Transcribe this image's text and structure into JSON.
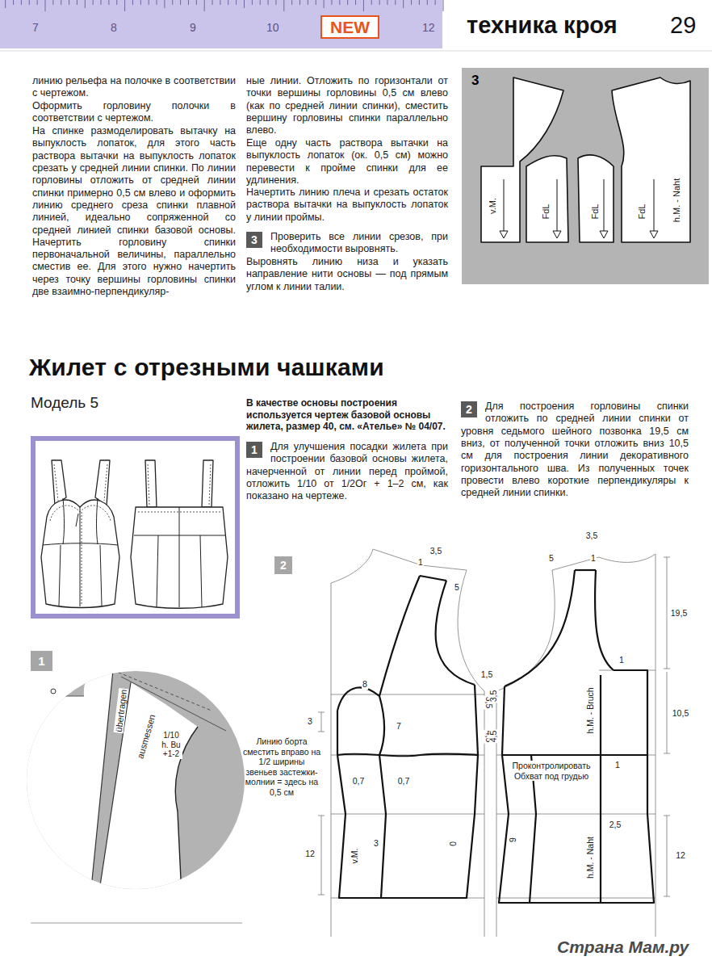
{
  "diagram": {
    "title": "Жилет с отрезными чашками",
    "nodes": [
      {
        "text": [
          "NEW"
        ]
      },
      {
        "text": [
          "3"
        ]
      },
      {
        "text": [
          "3"
        ]
      },
      {
        "text": [
          "1"
        ]
      },
      {
        "text": [
          "2"
        ]
      },
      {
        "text": [
          "2"
        ]
      },
      {
        "text": [
          "1"
        ]
      }
    ],
    "labels": [
      "7",
      "8",
      "9",
      "10",
      "12",
      "техника кроя",
      "29",
      "линию рельефа на полочке в соответствии с чертежом.",
      "Оформить горловину полочки в соответствии с чертежом.",
      "На спинке размоделировать вытачку на выпуклость лопаток, для этого часть раствора вытачки на выпуклость лопаток срезать у средней линии спинки. По линии горловины отложить от средней линии спинки примерно 0,5 см влево и оформить линию среднего среза спинки плавной линией, идеально сопряженной со средней линией спинки базовой основы. Начертить горловину спинки первоначальной величины, параллельно сместив ее. Для этого нужно начертить через точку вершины горловины спинки две взаимно-перпендикуляр-",
      "ные линии. Отложить по горизонтали от точки вершины горловины 0,5 см влево (как по средней линии спинки), сместить вершину горловины спинки параллельно влево.",
      "Еще одну часть раствора вытачки на выпуклость лопаток (ок. 0,5 см) можно перевести к пройме спинки для ее удлинения.",
      "Начертить линию плеча и срезать остаток раствора вытачки на выпуклость лопаток у линии проймы.",
      "Проверить все линии срезов, при необходимости выровнять.",
      "Выровнять линию низа и указать направление нити основы — под прямым углом к линии талии.",
      "v.M.",
      "FdL",
      "FdL",
      "FdL",
      "h.M. - Naht",
      "Модель 5",
      "В качестве основы построения используется чертеж базовой основы жилета, размер 40, см. «Ателье» № 04/07.",
      "Для улучшения посадки жилета при построении базовой основы жилета, начерченной от линии перед проймой, отложить 1/10 от 1/2Ог + 1–2 см, как показано на чертеже.",
      "Для построения горловины спинки отложить по средней линии спинки от уровня седьмого шейного позвонка 19,5 см вниз, от полученной точки отложить вниз 10,5 см для построения линии декоративного горизонтального шва. Из полученных точек провести влево короткие перпендикуляры к средней линии спинки.",
      "übertragen",
      "ausmessen",
      "1/10 h. Bu +1-2",
      "3,5",
      "1",
      "5",
      "8",
      "1,5",
      "3",
      "7",
      "3,5",
      "4,5",
      "0,7",
      "0,7",
      "3",
      "0",
      "12",
      "v.M.",
      "Линию борта сместить вправо на 1/2 ширины звеньев застежки-молнии = здесь на 0,5 см",
      "3,5",
      "5",
      "1",
      "19,5",
      "1",
      "3,5",
      "4,5",
      "10,5",
      "h.M. - Bruch",
      "Проконтролировать Обхват под грудью",
      "1",
      "2,5",
      "9",
      "h.M. - Naht",
      "12",
      "Страна Мам.ру"
    ]
  }
}
